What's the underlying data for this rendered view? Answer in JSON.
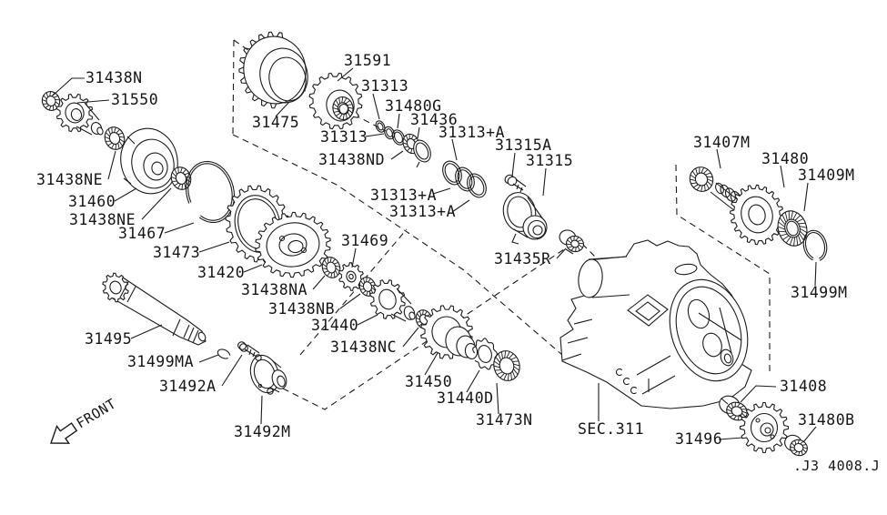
{
  "diagram": {
    "kind": "exploded-parts-diagram",
    "section_ref": "SEC.311",
    "drawing_code": ".J3 4008.J",
    "front_indicator": "FRONT",
    "part_labels": [
      "31438N",
      "31550",
      "31475",
      "31591",
      "31313",
      "31480G",
      "31436",
      "31313+A",
      "31313",
      "31438ND",
      "31313+A",
      "31313+A",
      "31315A",
      "31315",
      "31407M",
      "31480",
      "31409M",
      "31438NE",
      "31460",
      "31438NE",
      "31467",
      "31473",
      "31420",
      "31438NA",
      "31438NB",
      "31469",
      "31440",
      "31438NC",
      "31435R",
      "31499M",
      "31495",
      "31499MA",
      "31492A",
      "31492M",
      "31450",
      "31440D",
      "31473N",
      "31496",
      "31408",
      "31480B"
    ]
  }
}
